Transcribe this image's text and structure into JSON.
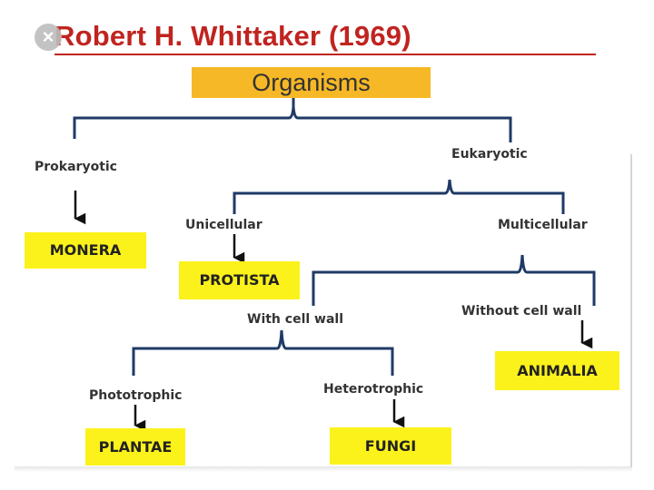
{
  "title": "Robert H. Whittaker (1969)",
  "root": "Organisms",
  "labels": {
    "prokaryotic": "Prokaryotic",
    "eukaryotic": "Eukaryotic",
    "unicellular": "Unicellular",
    "multicellular": "Multicellular",
    "with_cell_wall": "With cell wall",
    "without_cell_wall": "Without cell wall",
    "phototrophic": "Phototrophic",
    "heterotrophic": "Heterotrophic"
  },
  "kingdoms": {
    "monera": "MONERA",
    "protista": "PROTISTA",
    "animalia": "ANIMALIA",
    "plantae": "PLANTAE",
    "fungi": "FUNGI"
  },
  "colors": {
    "title": "#c0241f",
    "root_box": "#f6b826",
    "kingdom_box": "#fcf21b",
    "connector": "#1f3a66"
  },
  "icons": {
    "close": "close-icon"
  }
}
